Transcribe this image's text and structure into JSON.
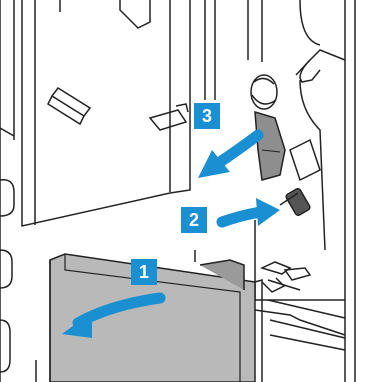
{
  "steps": [
    {
      "number": "1"
    },
    {
      "number": "2"
    },
    {
      "number": "3"
    }
  ],
  "colors": {
    "badge": "#1a8fd1",
    "arrow": "#1a8fd1",
    "panel_fill": "#b9b9b9",
    "line": "#222222",
    "dark_part": "#555555"
  },
  "icons": {
    "arrow_step_1": "curved-arrow-pull-out-left",
    "arrow_step_2": "curved-arrow-right",
    "arrow_step_3": "curved-arrow-left"
  }
}
